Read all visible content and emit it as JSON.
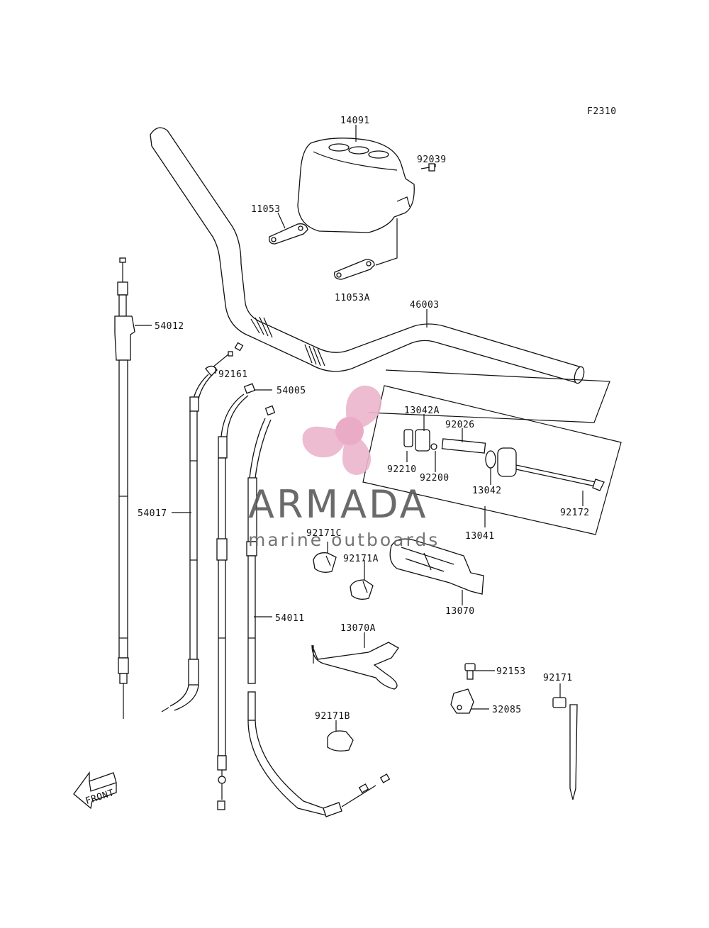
{
  "diagram_code": "F2310",
  "watermark": {
    "word": "ARMADA",
    "tagline": "marine outboards",
    "colors": {
      "propeller": "#e7a7c3",
      "text": "#5a5a5a"
    }
  },
  "front_arrow": "FRONT",
  "parts": {
    "p14091": "14091",
    "p92039": "92039",
    "p11053": "11053",
    "p11053A": "11053A",
    "p46003": "46003",
    "p54012": "54012",
    "p92161": "92161",
    "p54005": "54005",
    "p13042A": "13042A",
    "p92026": "92026",
    "p92210": "92210",
    "p92200": "92200",
    "p13042": "13042",
    "p92172": "92172",
    "p54017": "54017",
    "p13041": "13041",
    "p92171C": "92171C",
    "p92171A": "92171A",
    "p13070": "13070",
    "p54011": "54011",
    "p13070A": "13070A",
    "p92153": "92153",
    "p92171": "92171",
    "p32085": "32085",
    "p92171B": "92171B"
  }
}
